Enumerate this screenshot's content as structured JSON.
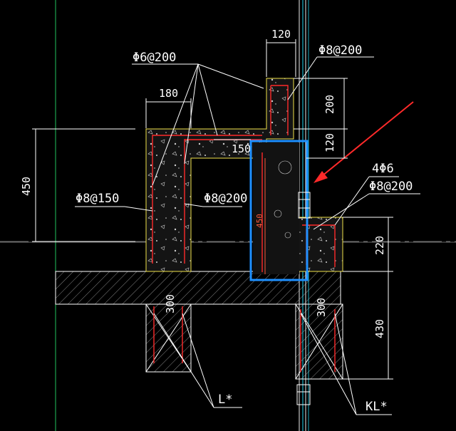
{
  "drawing": {
    "labels": {
      "phi6_200": "Φ6@200",
      "phi8_200_top": "Φ8@200",
      "phi8_150": "Φ8@150",
      "phi8_200_mid": "Φ8@200",
      "bars_4phi6": "4Φ6",
      "phi8_200_right": "Φ8@200",
      "beam_L": "L*",
      "beam_KL": "KL*"
    },
    "dimensions": {
      "d120_top": "120",
      "d180": "180",
      "d200": "200",
      "d120_side": "120",
      "d150": "150",
      "d450_left": "450",
      "d450_inner": "450",
      "d220": "220",
      "d430": "430",
      "d300_left": "300",
      "d300_right": "300"
    },
    "colors": {
      "background": "#000000",
      "line": "#ffffff",
      "outline": "#f0e24a",
      "rebar": "#ff2a2a",
      "axis": "#22c55e",
      "highlight": "#1e90ff",
      "arrow": "#ff2a2a",
      "mullion": "#22d3ee"
    }
  }
}
